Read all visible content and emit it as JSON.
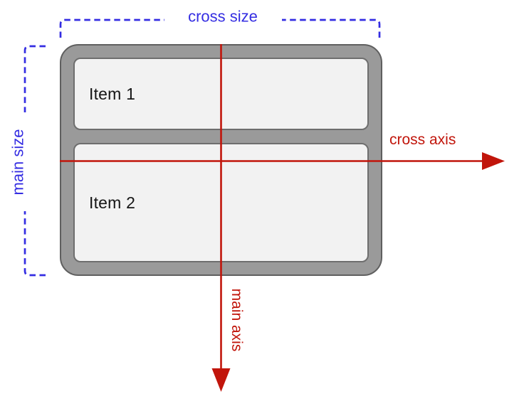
{
  "diagram": {
    "container": {
      "items": [
        {
          "label": "Item 1"
        },
        {
          "label": "Item 2"
        }
      ]
    },
    "labels": {
      "cross_size": "cross size",
      "main_size": "main size",
      "cross_axis": "cross axis",
      "main_axis": "main axis"
    },
    "colors": {
      "axis_red": "#c1150b",
      "size_blue": "#342de2",
      "container_fill": "#9a9a9a",
      "container_border": "#5f5f5f",
      "item_fill": "#f2f2f2",
      "item_border": "#6e6e6e",
      "item_text": "#161616"
    }
  }
}
